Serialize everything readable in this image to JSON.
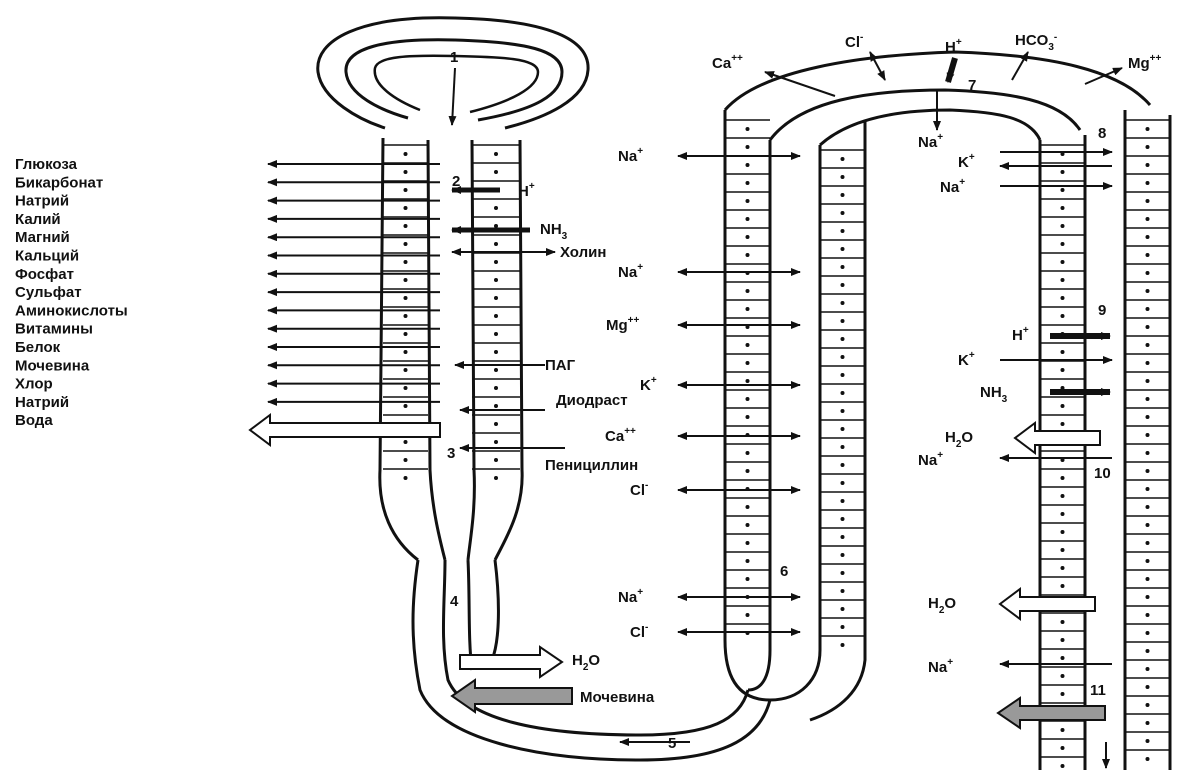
{
  "substances_left": [
    "Глюкоза",
    "Бикарбонат",
    "Натрий",
    "Калий",
    "Магний",
    "Кальций",
    "Фосфат",
    "Сульфат",
    "Аминокислоты",
    "Витамины",
    "Белок",
    "Мочевина",
    "Хлор",
    "Натрий",
    "Вода"
  ],
  "proximal_secreted": {
    "h": "H",
    "h_sup": "+",
    "nh3": "NH",
    "nh3_sub": "3",
    "cholin": "Холин",
    "pag": "ПАГ",
    "diodrast": "Диодраст",
    "penicillin": "Пенициллин"
  },
  "thin_limb": {
    "h2o_main": "H",
    "h2o_sub": "2",
    "h2o_end": "O",
    "urea": "Мочевина"
  },
  "thick_limb": [
    {
      "main": "Na",
      "sup": "+"
    },
    {
      "main": "Na",
      "sup": "+"
    },
    {
      "main": "Mg",
      "sup": "++"
    },
    {
      "main": "K",
      "sup": "+"
    },
    {
      "main": "Ca",
      "sup": "++"
    },
    {
      "main": "Cl",
      "sup": "-"
    },
    {
      "main": "Na",
      "sup": "+"
    },
    {
      "main": "Cl",
      "sup": "-"
    }
  ],
  "macula": {
    "ca": "Ca",
    "ca_sup": "++",
    "cl": "Cl",
    "cl_sup": "-",
    "h": "H",
    "h_sup": "+",
    "hco3": "HCO",
    "hco3_sub": "3",
    "hco3_sup": "-",
    "mg": "Mg",
    "mg_sup": "++",
    "na": "Na",
    "na_sup": "+"
  },
  "distal": {
    "k": "K",
    "k_sup": "+",
    "na": "Na",
    "na_sup": "+",
    "h": "H",
    "h_sup": "+",
    "k2": "K",
    "k2_sup": "+",
    "nh3": "NH",
    "nh3_sub": "3",
    "h2o_a": "H",
    "h2o_a_sub": "2",
    "h2o_a_end": "O",
    "na2": "Na",
    "na2_sup": "+",
    "h2o_b": "H",
    "h2o_b_sub": "2",
    "h2o_b_end": "O",
    "na3": "Na",
    "na3_sup": "+"
  },
  "segment_numbers": [
    "1",
    "2",
    "3",
    "4",
    "5",
    "6",
    "7",
    "8",
    "9",
    "10",
    "11"
  ]
}
